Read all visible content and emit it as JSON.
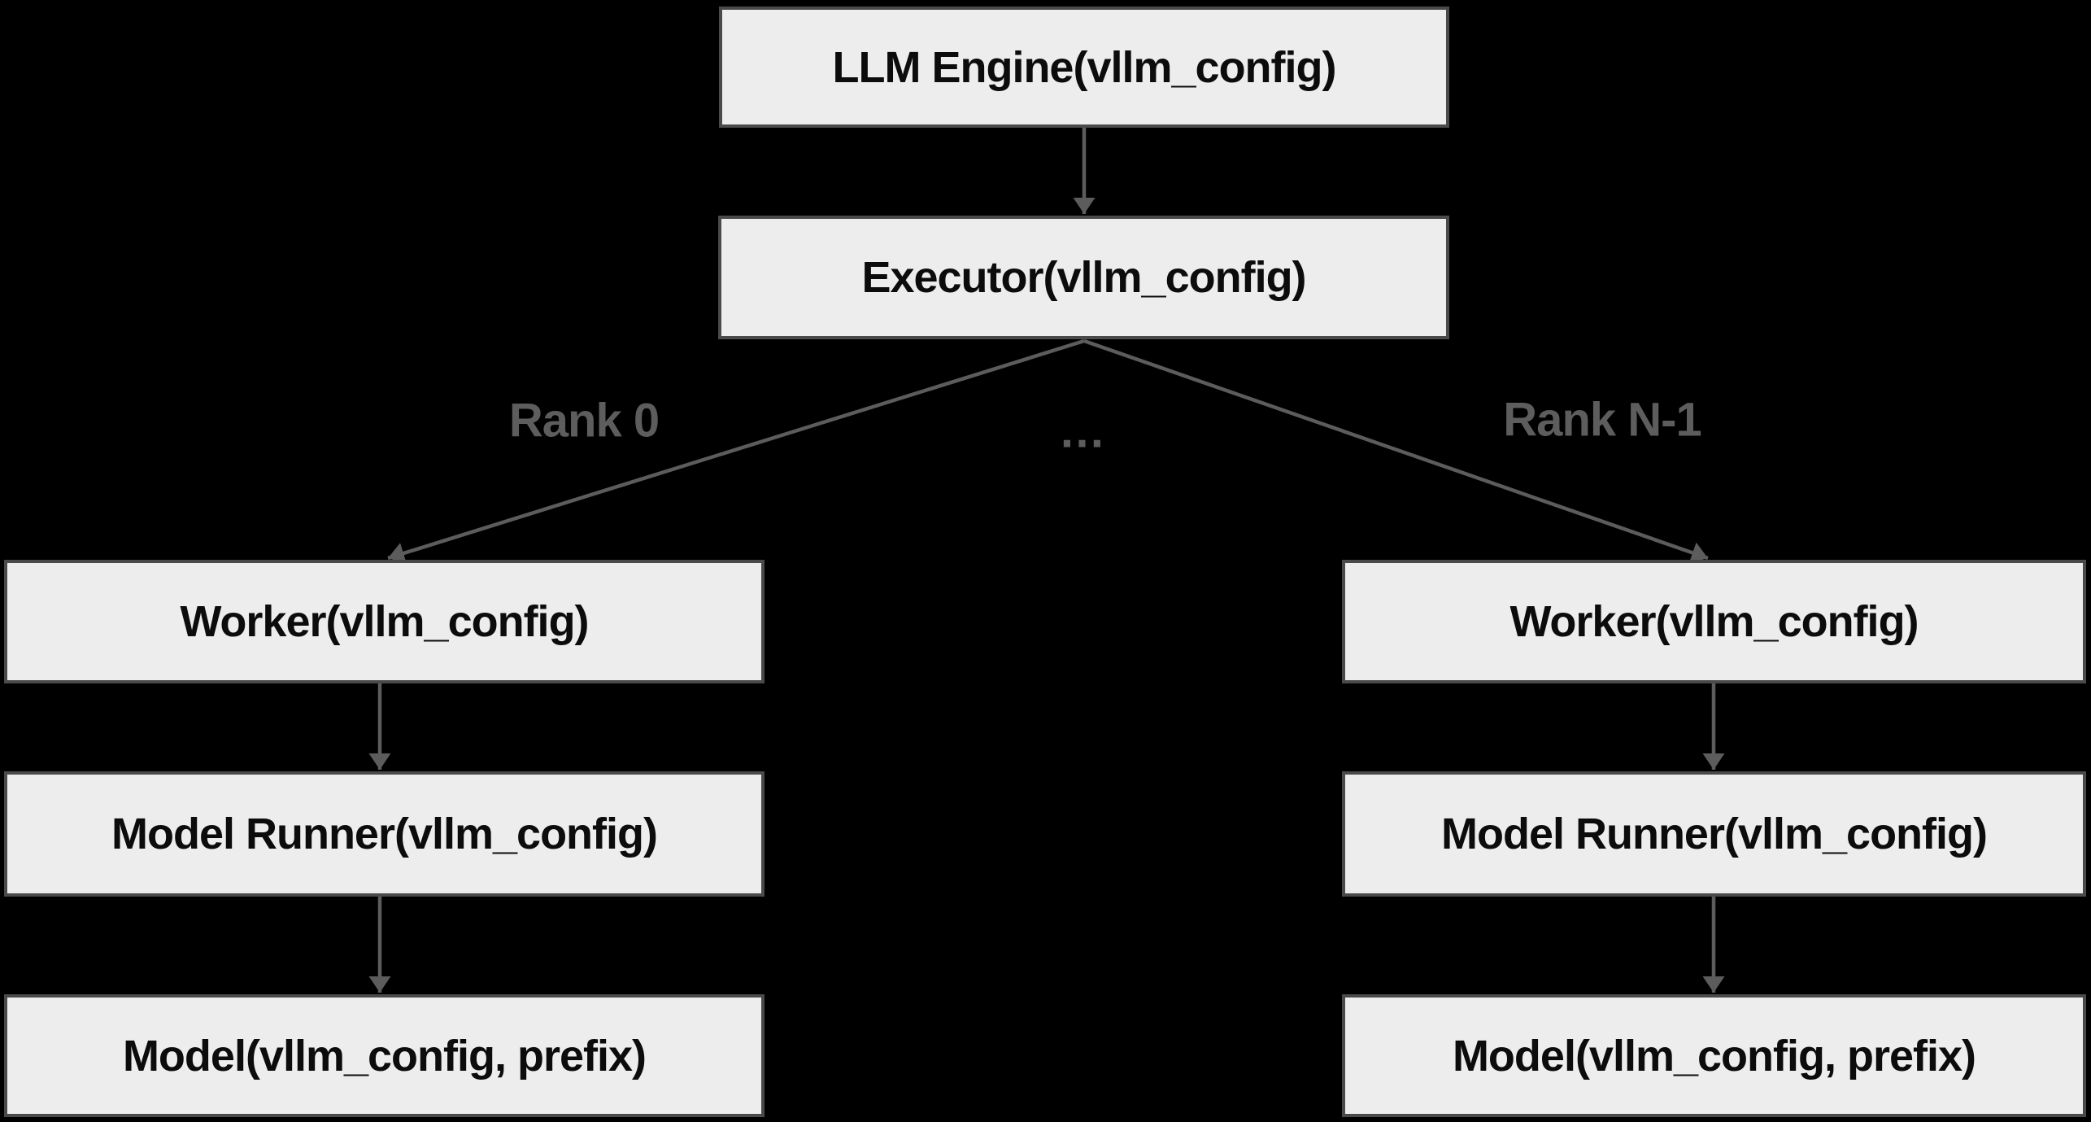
{
  "diagram": {
    "title": "vLLM engine architecture diagram",
    "colors": {
      "background": "#000000",
      "box_fill": "#ededed",
      "box_border": "#4a4a4a",
      "box_text": "#0c0c0c",
      "edge": "#5c5c5c",
      "edge_label": "#5d5d5d"
    },
    "nodes": {
      "llm_engine": {
        "label": "LLM Engine(vllm_config)"
      },
      "executor": {
        "label": "Executor(vllm_config)"
      },
      "worker_left": {
        "label": "Worker(vllm_config)"
      },
      "model_runner_left": {
        "label": "Model Runner(vllm_config)"
      },
      "model_left": {
        "label": "Model(vllm_config, prefix)"
      },
      "worker_right": {
        "label": "Worker(vllm_config)"
      },
      "model_runner_right": {
        "label": "Model Runner(vllm_config)"
      },
      "model_right": {
        "label": "Model(vllm_config, prefix)"
      }
    },
    "edge_labels": {
      "rank_0": "Rank 0",
      "ellipsis": "…",
      "rank_n_minus_1": "Rank N-1"
    },
    "edges": [
      {
        "from": "llm_engine",
        "to": "executor"
      },
      {
        "from": "executor",
        "to": "worker_left",
        "label": "Rank 0"
      },
      {
        "from": "executor",
        "to": "worker_right",
        "label": "Rank N-1"
      },
      {
        "from": "worker_left",
        "to": "model_runner_left"
      },
      {
        "from": "model_runner_left",
        "to": "model_left"
      },
      {
        "from": "worker_right",
        "to": "model_runner_right"
      },
      {
        "from": "model_runner_right",
        "to": "model_right"
      }
    ]
  }
}
